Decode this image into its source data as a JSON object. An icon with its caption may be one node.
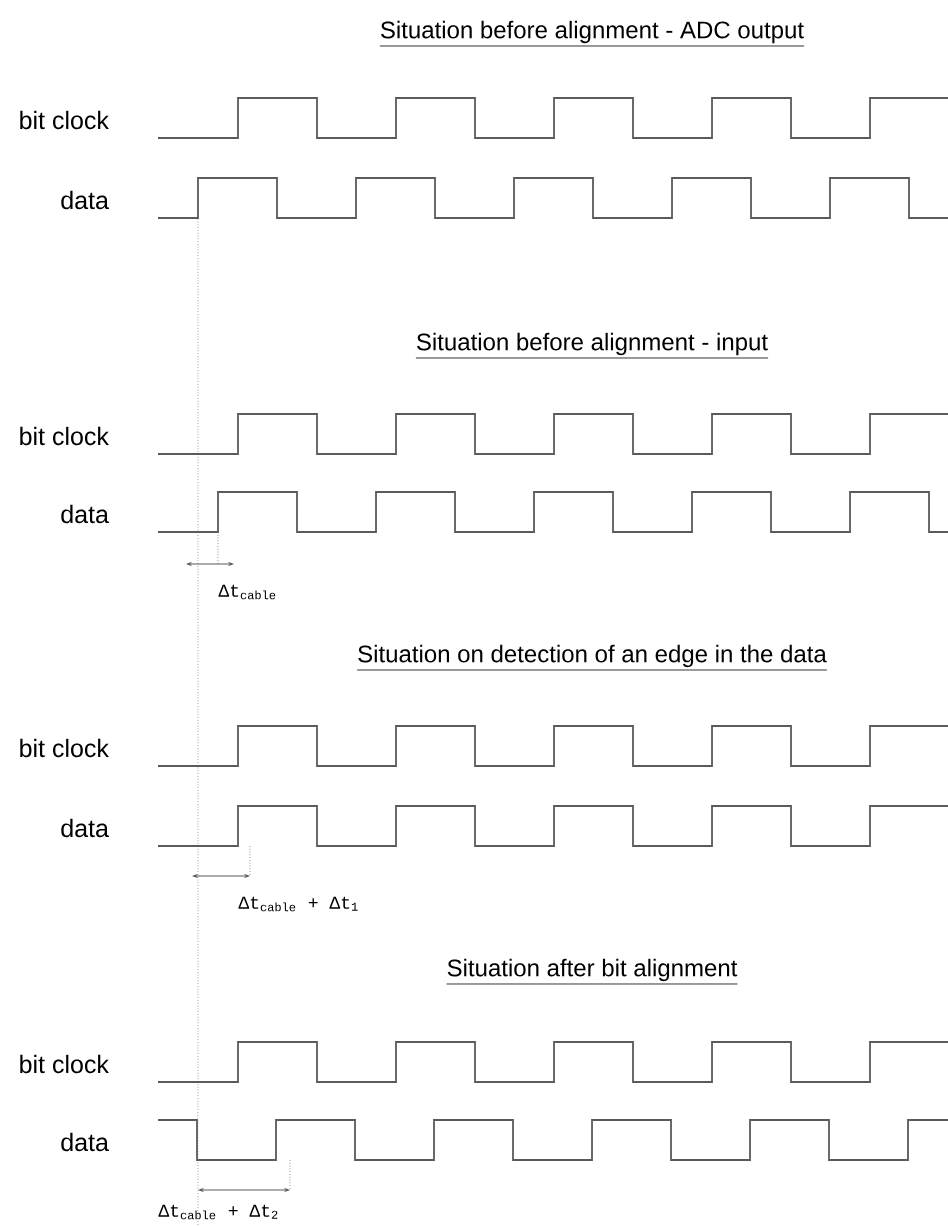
{
  "diagram": {
    "labels": [
      "Situation before alignment - ADC output",
      "bit clock",
      "data",
      "Situation before alignment - input",
      "bit clock",
      "data",
      "Δt$_{cable}$",
      "Situation on detection of an edge in the data",
      "bit clock",
      "data",
      "Δt$_{cable}$ + Δt$_{1}$",
      "Situation after bit alignment",
      "bit clock",
      "data",
      "Δt$_{cable}$ + Δt$_{2}$"
    ]
  }
}
